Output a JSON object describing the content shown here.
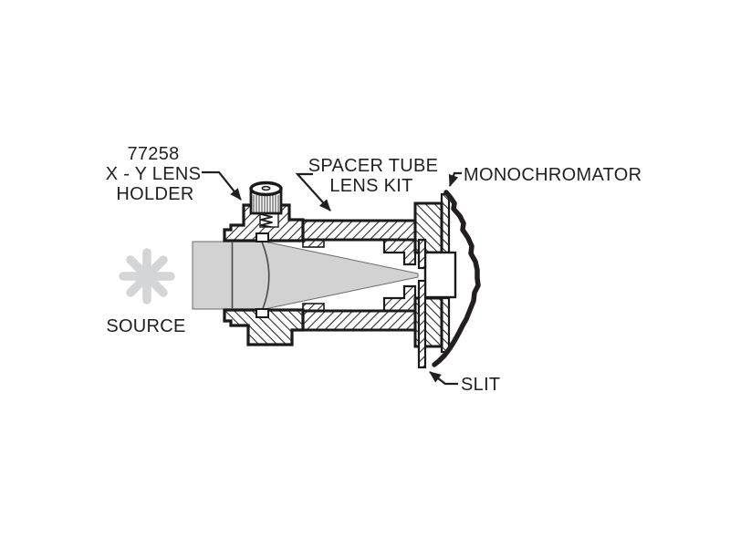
{
  "figure": {
    "labels": {
      "holder": {
        "line1": "77258",
        "line2": "X - Y LENS",
        "line3": "HOLDER"
      },
      "spacer": {
        "line1": "SPACER TUBE",
        "line2": "LENS KIT"
      },
      "monochromator": "MONOCHROMATOR",
      "source": "SOURCE",
      "slit": "SLIT"
    },
    "icons": {
      "source": "asterisk-star-icon"
    },
    "colors": {
      "ink": "#231f20",
      "line": "#1a1a1a",
      "beam": "#d2d2d2",
      "star": "#d3d5d6",
      "background": "#ffffff"
    }
  }
}
